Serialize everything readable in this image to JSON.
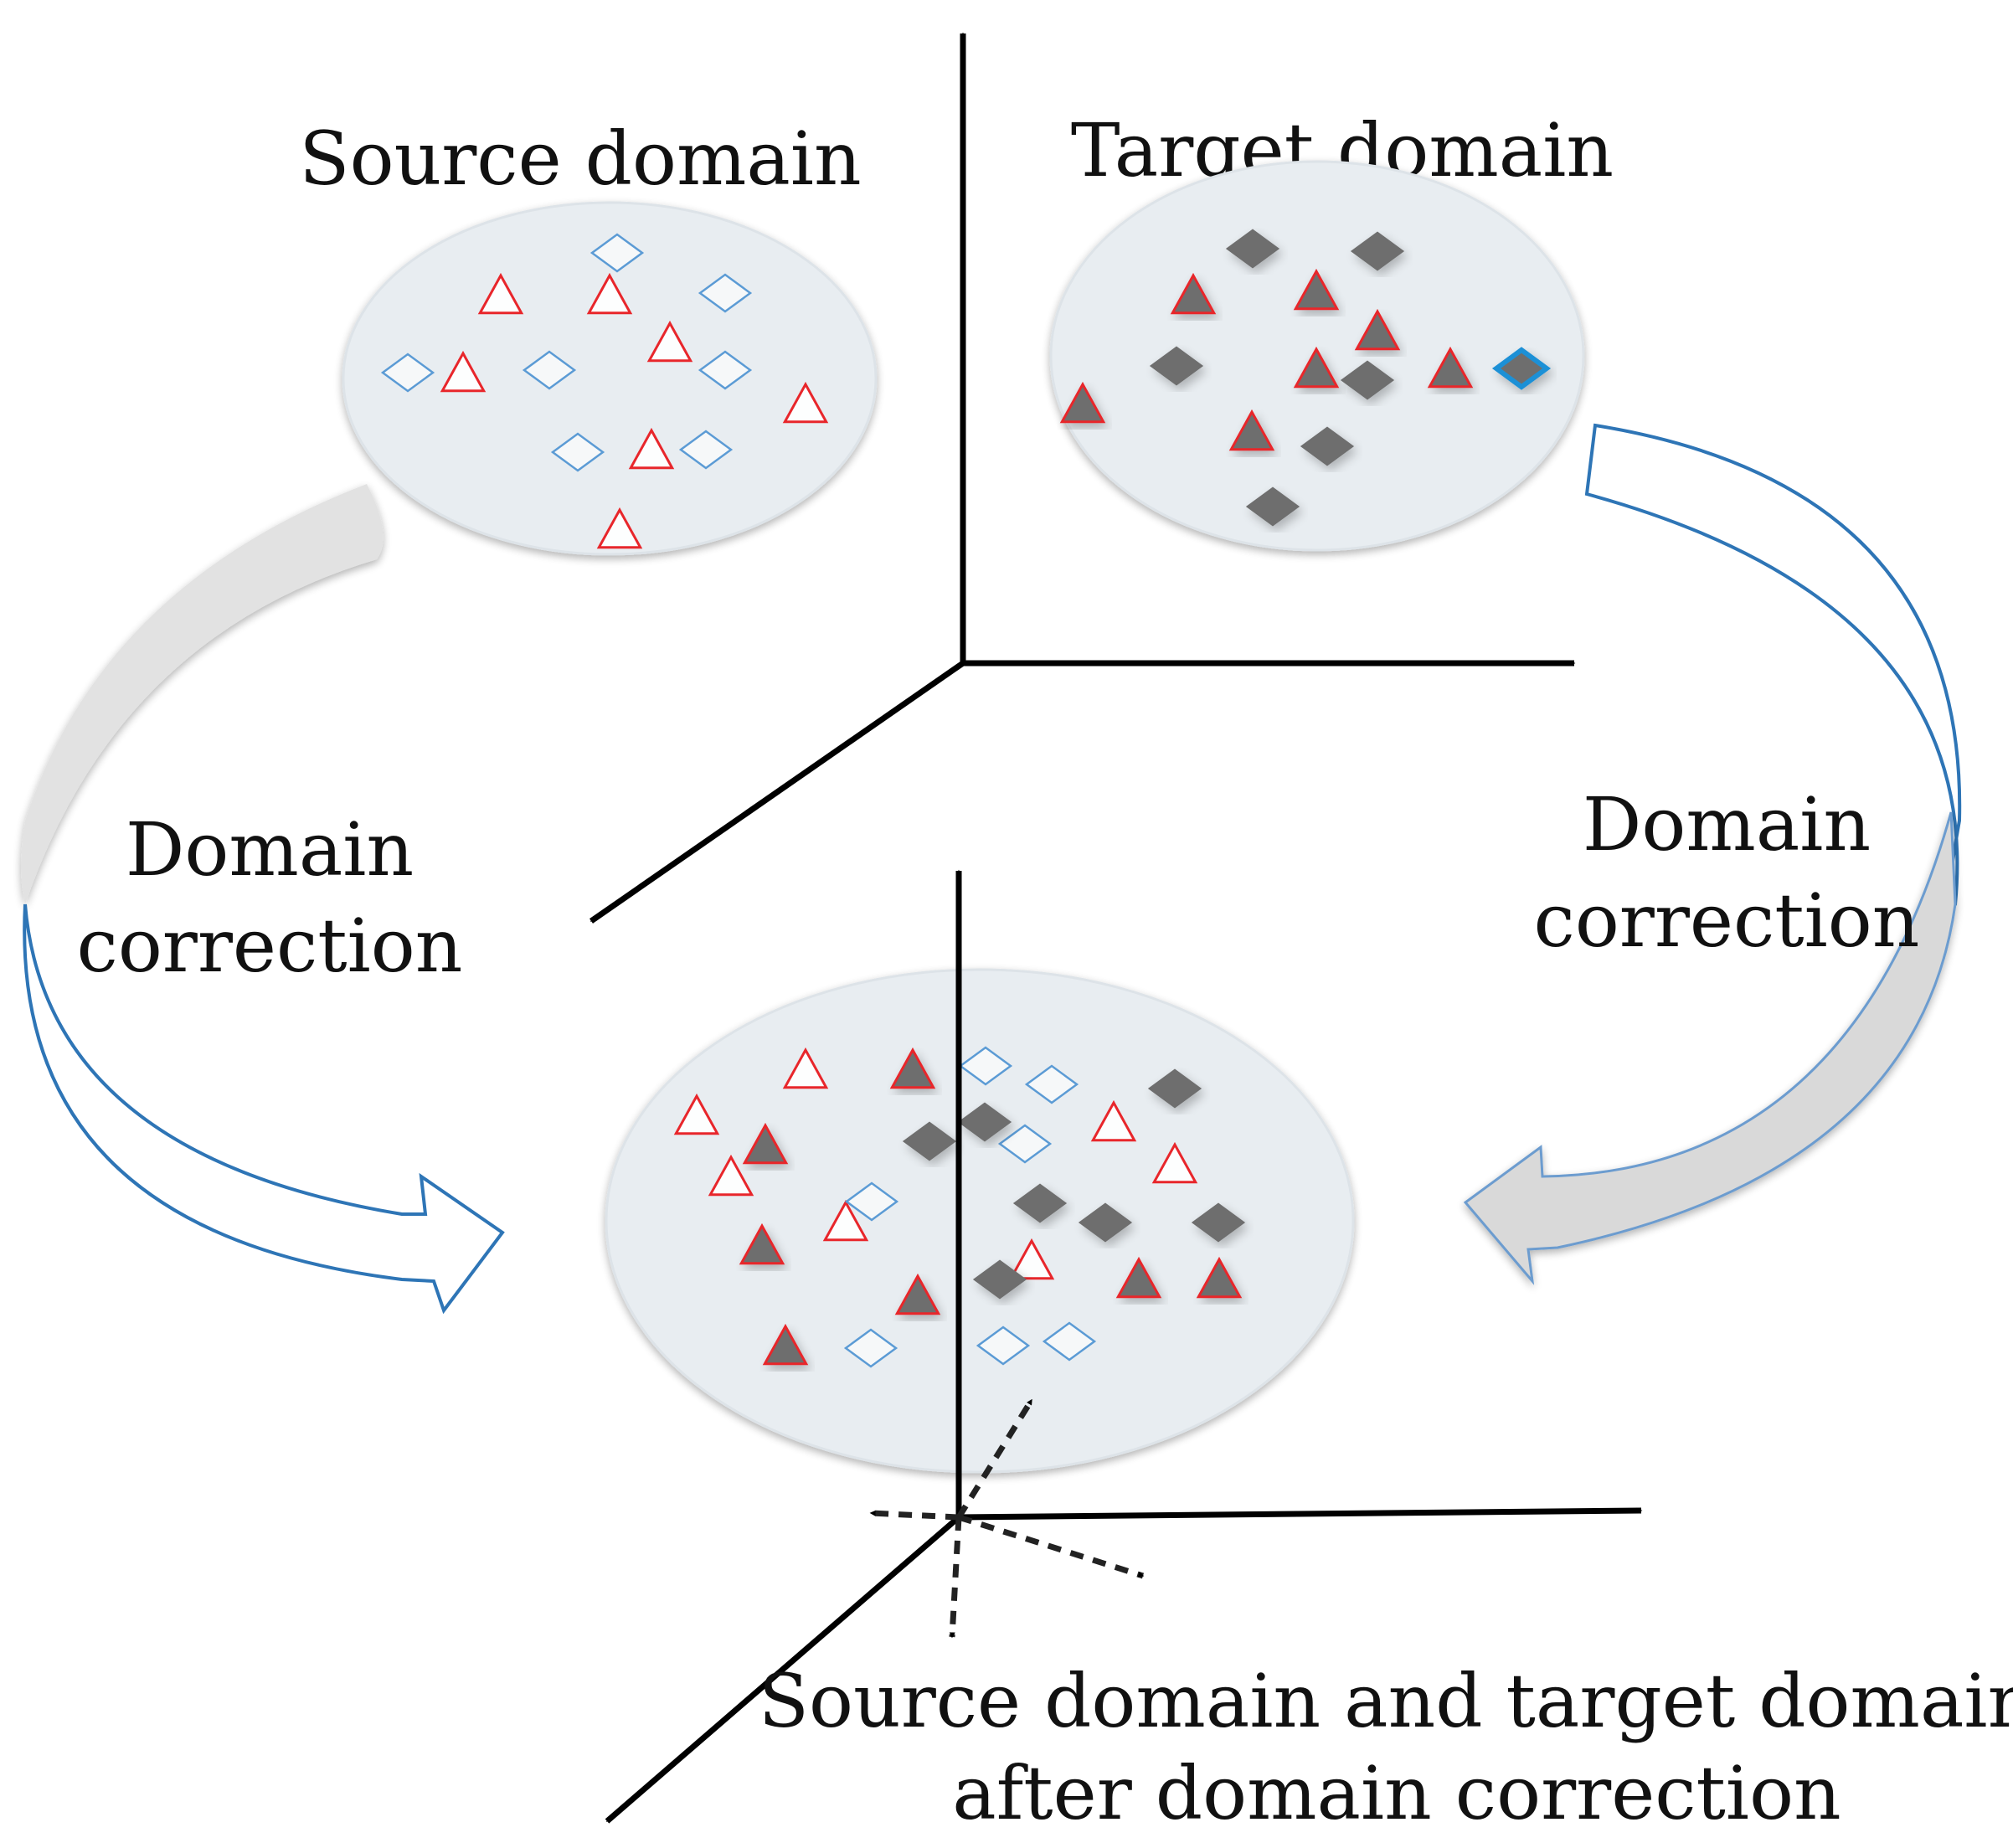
{
  "labels": {
    "source_domain": "Source domain",
    "target_domain": "Target domain",
    "left_correction_line1": "Domain",
    "left_correction_line2": "correction",
    "right_correction_line1": "Domain",
    "right_correction_line2": "correction",
    "merged_line1": "Source domain and target domain",
    "merged_line2": "after domain correction"
  },
  "colors": {
    "source_triangle_stroke": "#e8262b",
    "source_diamond_stroke": "#5b9bd5",
    "target_fill": "#6e6e6e",
    "target_triangle_stroke": "#e8262b",
    "target_highlight_stroke": "#1e90d6",
    "cluster_fill": "#e8edf1",
    "left_arrow_stroke": "#2e75b6",
    "right_arrow_stroke": "#2e75b6",
    "arrow_gray_fill": "#e0e0e0"
  },
  "marker_legend": {
    "source_samples": [
      "hollow-red-triangle",
      "hollow-blue-diamond"
    ],
    "target_samples": [
      "filled-gray-triangle",
      "filled-gray-diamond"
    ]
  }
}
